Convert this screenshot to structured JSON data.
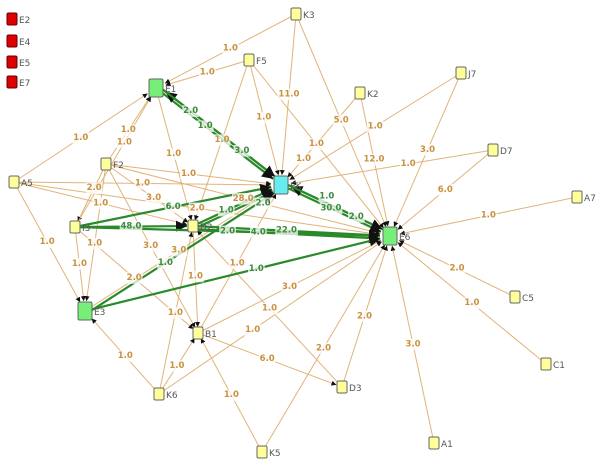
{
  "colors": {
    "tan": "#e0b47a",
    "tanLabel": "#c9903f",
    "green": "#2a8a2a",
    "greenLabel": "#3a8a3a",
    "nodeYellow": "#ffff99",
    "nodeGreen": "#77ee77",
    "nodeCyan": "#66eeee",
    "nodeRed": "#dd0000"
  },
  "isolated_nodes": [
    {
      "id": "E2",
      "label": "E2"
    },
    {
      "id": "E4",
      "label": "E4"
    },
    {
      "id": "E5",
      "label": "E5"
    },
    {
      "id": "E7",
      "label": "E7"
    }
  ],
  "nodes": [
    {
      "id": "K3",
      "label": "K3",
      "kind": "small"
    },
    {
      "id": "F5",
      "label": "F5",
      "kind": "small"
    },
    {
      "id": "J7",
      "label": "J7",
      "kind": "small"
    },
    {
      "id": "K2",
      "label": "K2",
      "kind": "small"
    },
    {
      "id": "E1",
      "label": "E1",
      "kind": "hub"
    },
    {
      "id": "D7",
      "label": "D7",
      "kind": "small"
    },
    {
      "id": "F2",
      "label": "F2",
      "kind": "small"
    },
    {
      "id": "A5",
      "label": "A5",
      "kind": "small"
    },
    {
      "id": "EK",
      "label": "EK",
      "kind": "center"
    },
    {
      "id": "A7",
      "label": "A7",
      "kind": "small"
    },
    {
      "id": "E6",
      "label": "E6",
      "kind": "hub"
    },
    {
      "id": "I3",
      "label": "I3",
      "kind": "small"
    },
    {
      "id": "D2",
      "label": "D2",
      "kind": "small"
    },
    {
      "id": "E3",
      "label": "E3",
      "kind": "hub"
    },
    {
      "id": "C5",
      "label": "C5",
      "kind": "small"
    },
    {
      "id": "B1",
      "label": "B1",
      "kind": "small"
    },
    {
      "id": "C1",
      "label": "C1",
      "kind": "small"
    },
    {
      "id": "K6",
      "label": "K6",
      "kind": "small"
    },
    {
      "id": "D3",
      "label": "D3",
      "kind": "small"
    },
    {
      "id": "A1",
      "label": "A1",
      "kind": "small"
    },
    {
      "id": "K5",
      "label": "K5",
      "kind": "small"
    }
  ],
  "edges": [
    {
      "from": "K3",
      "to": "E1",
      "weight": "1.0",
      "type": "tan"
    },
    {
      "from": "K3",
      "to": "EK",
      "weight": "11.0",
      "type": "tan"
    },
    {
      "from": "K3",
      "to": "E6",
      "weight": "5.0",
      "type": "tan"
    },
    {
      "from": "F5",
      "to": "E1",
      "weight": "1.0",
      "type": "tan"
    },
    {
      "from": "F5",
      "to": "D2",
      "weight": "1.0",
      "type": "tan"
    },
    {
      "from": "F5",
      "to": "EK",
      "weight": "1.0",
      "type": "tan"
    },
    {
      "from": "F5",
      "to": "E6",
      "weight": "1.0",
      "type": "tan"
    },
    {
      "from": "J7",
      "to": "E6",
      "weight": "3.0",
      "type": "tan"
    },
    {
      "from": "J7",
      "to": "EK",
      "weight": "1.0",
      "type": "tan"
    },
    {
      "from": "K2",
      "to": "EK",
      "weight": "1.0",
      "type": "tan"
    },
    {
      "from": "K2",
      "to": "E6",
      "weight": "12.0",
      "type": "tan"
    },
    {
      "from": "D7",
      "to": "EK",
      "weight": "1.0",
      "type": "tan"
    },
    {
      "from": "D7",
      "to": "E6",
      "weight": "6.0",
      "type": "tan"
    },
    {
      "from": "A7",
      "to": "E6",
      "weight": "1.0",
      "type": "tan"
    },
    {
      "from": "C5",
      "to": "E6",
      "weight": "2.0",
      "type": "tan"
    },
    {
      "from": "C1",
      "to": "E6",
      "weight": "1.0",
      "type": "tan"
    },
    {
      "from": "A1",
      "to": "E6",
      "weight": "3.0",
      "type": "tan"
    },
    {
      "from": "K5",
      "to": "E6",
      "weight": "2.0",
      "type": "tan"
    },
    {
      "from": "D3",
      "to": "E6",
      "weight": "2.0",
      "type": "tan"
    },
    {
      "from": "D3",
      "to": "D2",
      "weight": "1.0",
      "type": "tan"
    },
    {
      "from": "B1",
      "to": "E6",
      "weight": "3.0",
      "type": "tan"
    },
    {
      "from": "B1",
      "to": "D3",
      "weight": "6.0",
      "type": "tan"
    },
    {
      "from": "K6",
      "to": "E6",
      "weight": "1.0",
      "type": "tan"
    },
    {
      "from": "K6",
      "to": "E3",
      "weight": "1.0",
      "type": "tan"
    },
    {
      "from": "K6",
      "to": "B1",
      "weight": "1.0",
      "type": "tan"
    },
    {
      "from": "K6",
      "to": "D2",
      "weight": "1.0",
      "type": "tan"
    },
    {
      "from": "K5",
      "to": "B1",
      "weight": "1.0",
      "type": "tan"
    },
    {
      "from": "A5",
      "to": "E1",
      "weight": "1.0",
      "type": "tan"
    },
    {
      "from": "A5",
      "to": "E3",
      "weight": "1.0",
      "type": "tan"
    },
    {
      "from": "A5",
      "to": "EK",
      "weight": "1.0",
      "type": "tan"
    },
    {
      "from": "A5",
      "to": "E6",
      "weight": "2.0",
      "type": "tan"
    },
    {
      "from": "A5",
      "to": "D2",
      "weight": "1.0",
      "type": "tan"
    },
    {
      "from": "F2",
      "to": "E1",
      "weight": "1.0",
      "type": "tan"
    },
    {
      "from": "F2",
      "to": "EK",
      "weight": "1.0",
      "type": "tan"
    },
    {
      "from": "F2",
      "to": "E6",
      "weight": "28.0",
      "type": "tan"
    },
    {
      "from": "F2",
      "to": "D2",
      "weight": "3.0",
      "type": "tan"
    },
    {
      "from": "F2",
      "to": "I3",
      "weight": "2.0",
      "type": "tan"
    },
    {
      "from": "F2",
      "to": "B1",
      "weight": "3.0",
      "type": "tan"
    },
    {
      "from": "F2",
      "to": "E3",
      "weight": "1.0",
      "type": "tan"
    },
    {
      "from": "I3",
      "to": "E1",
      "weight": "1.0",
      "type": "tan"
    },
    {
      "from": "I3",
      "to": "B1",
      "weight": "2.0",
      "type": "tan"
    },
    {
      "from": "I3",
      "to": "E3",
      "weight": "1.0",
      "type": "tan"
    },
    {
      "from": "E1",
      "to": "D2",
      "weight": "1.0",
      "type": "tan"
    },
    {
      "from": "D2",
      "to": "B1",
      "weight": "1.0",
      "type": "tan"
    },
    {
      "from": "E3",
      "to": "EK",
      "weight": "3.0",
      "type": "tan"
    },
    {
      "from": "B1",
      "to": "EK",
      "weight": "1.0",
      "type": "tan"
    },
    {
      "from": "E1",
      "to": "EK",
      "weight": "1.0",
      "type": "green"
    },
    {
      "from": "EK",
      "to": "E1",
      "weight": "3.0",
      "type": "green"
    },
    {
      "from": "E1",
      "to": "EK",
      "weight": "2.0",
      "type": "green"
    },
    {
      "from": "EK",
      "to": "E6",
      "weight": "30.0",
      "type": "green"
    },
    {
      "from": "E6",
      "to": "EK",
      "weight": "2.0",
      "type": "green"
    },
    {
      "from": "EK",
      "to": "E6",
      "weight": "1.0",
      "type": "green"
    },
    {
      "from": "I3",
      "to": "EK",
      "weight": "6.0",
      "type": "green"
    },
    {
      "from": "D2",
      "to": "EK",
      "weight": "1.0",
      "type": "green"
    },
    {
      "from": "I3",
      "to": "D2",
      "weight": "48.0",
      "type": "green"
    },
    {
      "from": "I3",
      "to": "E6",
      "weight": "2.0",
      "type": "green"
    },
    {
      "from": "D2",
      "to": "E6",
      "weight": "22.0",
      "type": "green"
    },
    {
      "from": "D2",
      "to": "E6",
      "weight": "4.0",
      "type": "green"
    },
    {
      "from": "D2",
      "to": "EK",
      "weight": "2.0",
      "type": "green"
    },
    {
      "from": "E3",
      "to": "E6",
      "weight": "1.0",
      "type": "green"
    },
    {
      "from": "E3",
      "to": "EK",
      "weight": "1.0",
      "type": "green"
    }
  ]
}
